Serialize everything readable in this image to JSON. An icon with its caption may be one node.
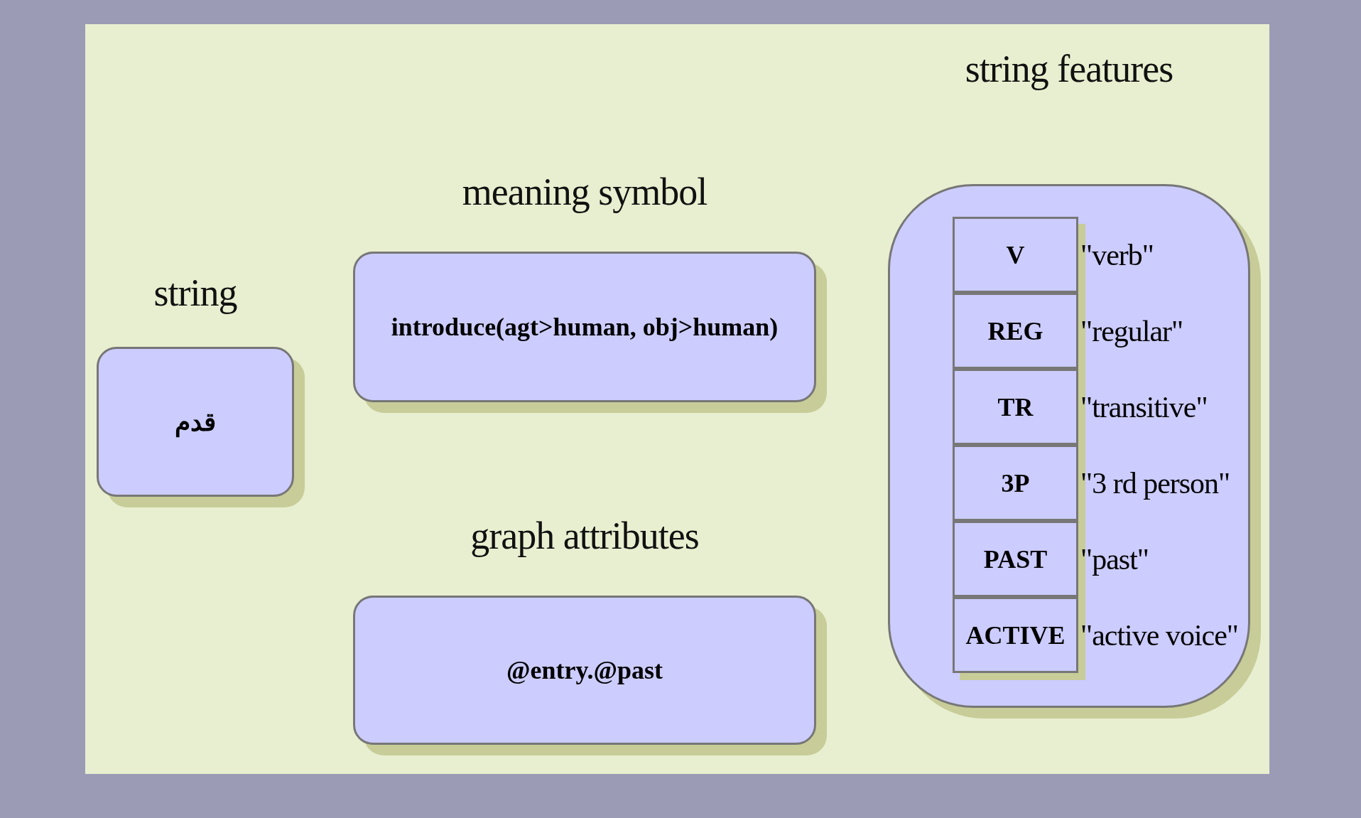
{
  "diagram": {
    "nodes": [
      {
        "text": [
          "string",
          "قدم"
        ]
      },
      {
        "text": [
          "meaning symbol",
          "introduce(agt>human, obj>human)"
        ]
      },
      {
        "text": [
          "graph attributes",
          "@entry.@past"
        ]
      },
      {
        "text": [
          "string features"
        ]
      },
      {
        "text": [
          "V"
        ],
        "in": 3,
        "beside": [
          "\"verb\""
        ]
      },
      {
        "text": [
          "REG"
        ],
        "in": 3,
        "beside": [
          "\"regular\""
        ]
      },
      {
        "text": [
          "TR"
        ],
        "in": 3,
        "beside": [
          "\"transitive\""
        ]
      },
      {
        "text": [
          "3P"
        ],
        "in": 3,
        "beside": [
          "\"3 rd person\""
        ]
      },
      {
        "text": [
          "PAST"
        ],
        "in": 3,
        "beside": [
          "\"past\""
        ]
      },
      {
        "text": [
          "ACTIVE"
        ],
        "in": 3,
        "beside": [
          "\"active voice\""
        ]
      }
    ]
  }
}
